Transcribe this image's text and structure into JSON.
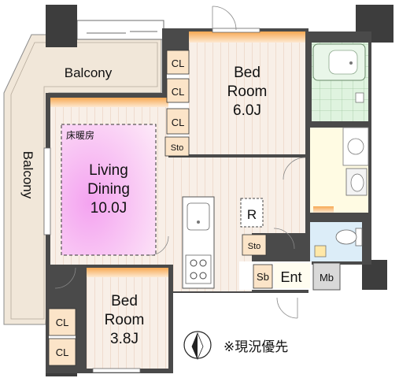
{
  "rooms": {
    "balcony_top": "Balcony",
    "balcony_left": "Balcony",
    "bedroom_1": {
      "line1": "Bed",
      "line2": "Room",
      "line3": "6.0J"
    },
    "living": {
      "heating": "床暖房",
      "line1": "Living",
      "line2": "Dining",
      "line3": "10.0J"
    },
    "bedroom_2": {
      "line1": "Bed",
      "line2": "Room",
      "line3": "3.8J"
    }
  },
  "closets": {
    "cl_1": "CL",
    "cl_2": "CL",
    "cl_3": "CL",
    "sto_1": "Sto",
    "sto_2": "Sto",
    "cl_4": "CL",
    "cl_5": "CL",
    "refrigerator": "R",
    "shoe_box": "Sb"
  },
  "entry": {
    "ent": "Ent",
    "meter_box": "Mb"
  },
  "note": "※現況優先",
  "icons": [
    "compass-icon",
    "bathtub-icon",
    "toilet-icon",
    "sink-icon",
    "washbasin-icon",
    "stove-icon",
    "washing-machine-icon"
  ],
  "colors": {
    "wall": "#4a4a4a",
    "floor_wood": "#f7eee6",
    "heating_pink": "#f2a8ec",
    "balcony": "#f0e6d8",
    "wet_area": "#d8f0d8",
    "toilet_area": "#d9eefa",
    "door_orange": "#f4a24a",
    "corridor_yellow": "#fffbe0",
    "closet_tan": "#fae3c8",
    "mb_gray": "#d9d9d9"
  }
}
